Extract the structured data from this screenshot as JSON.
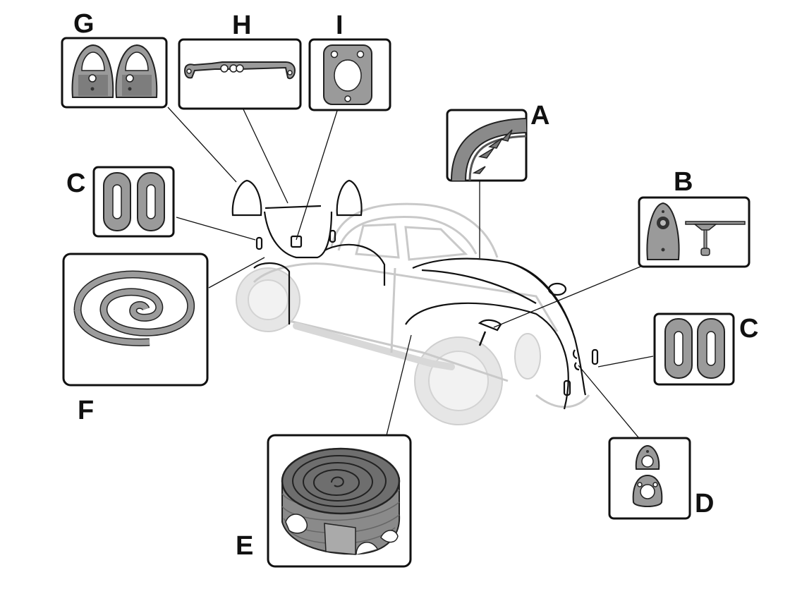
{
  "diagram": {
    "callouts": [
      {
        "key": "A",
        "label": "A"
      },
      {
        "key": "B",
        "label": "B"
      },
      {
        "key": "C_left",
        "label": "C"
      },
      {
        "key": "C_right",
        "label": "C"
      },
      {
        "key": "D",
        "label": "D"
      },
      {
        "key": "E",
        "label": "E"
      },
      {
        "key": "F",
        "label": "F"
      },
      {
        "key": "G",
        "label": "G"
      },
      {
        "key": "H",
        "label": "H"
      },
      {
        "key": "I",
        "label": "I"
      }
    ]
  },
  "colors": {
    "outline": "#111111",
    "rubber_dark": "#777777",
    "rubber_mid": "#9a9a9a",
    "rubber_light": "#c4c4c4",
    "car_ghost": "#d0d0d0"
  }
}
